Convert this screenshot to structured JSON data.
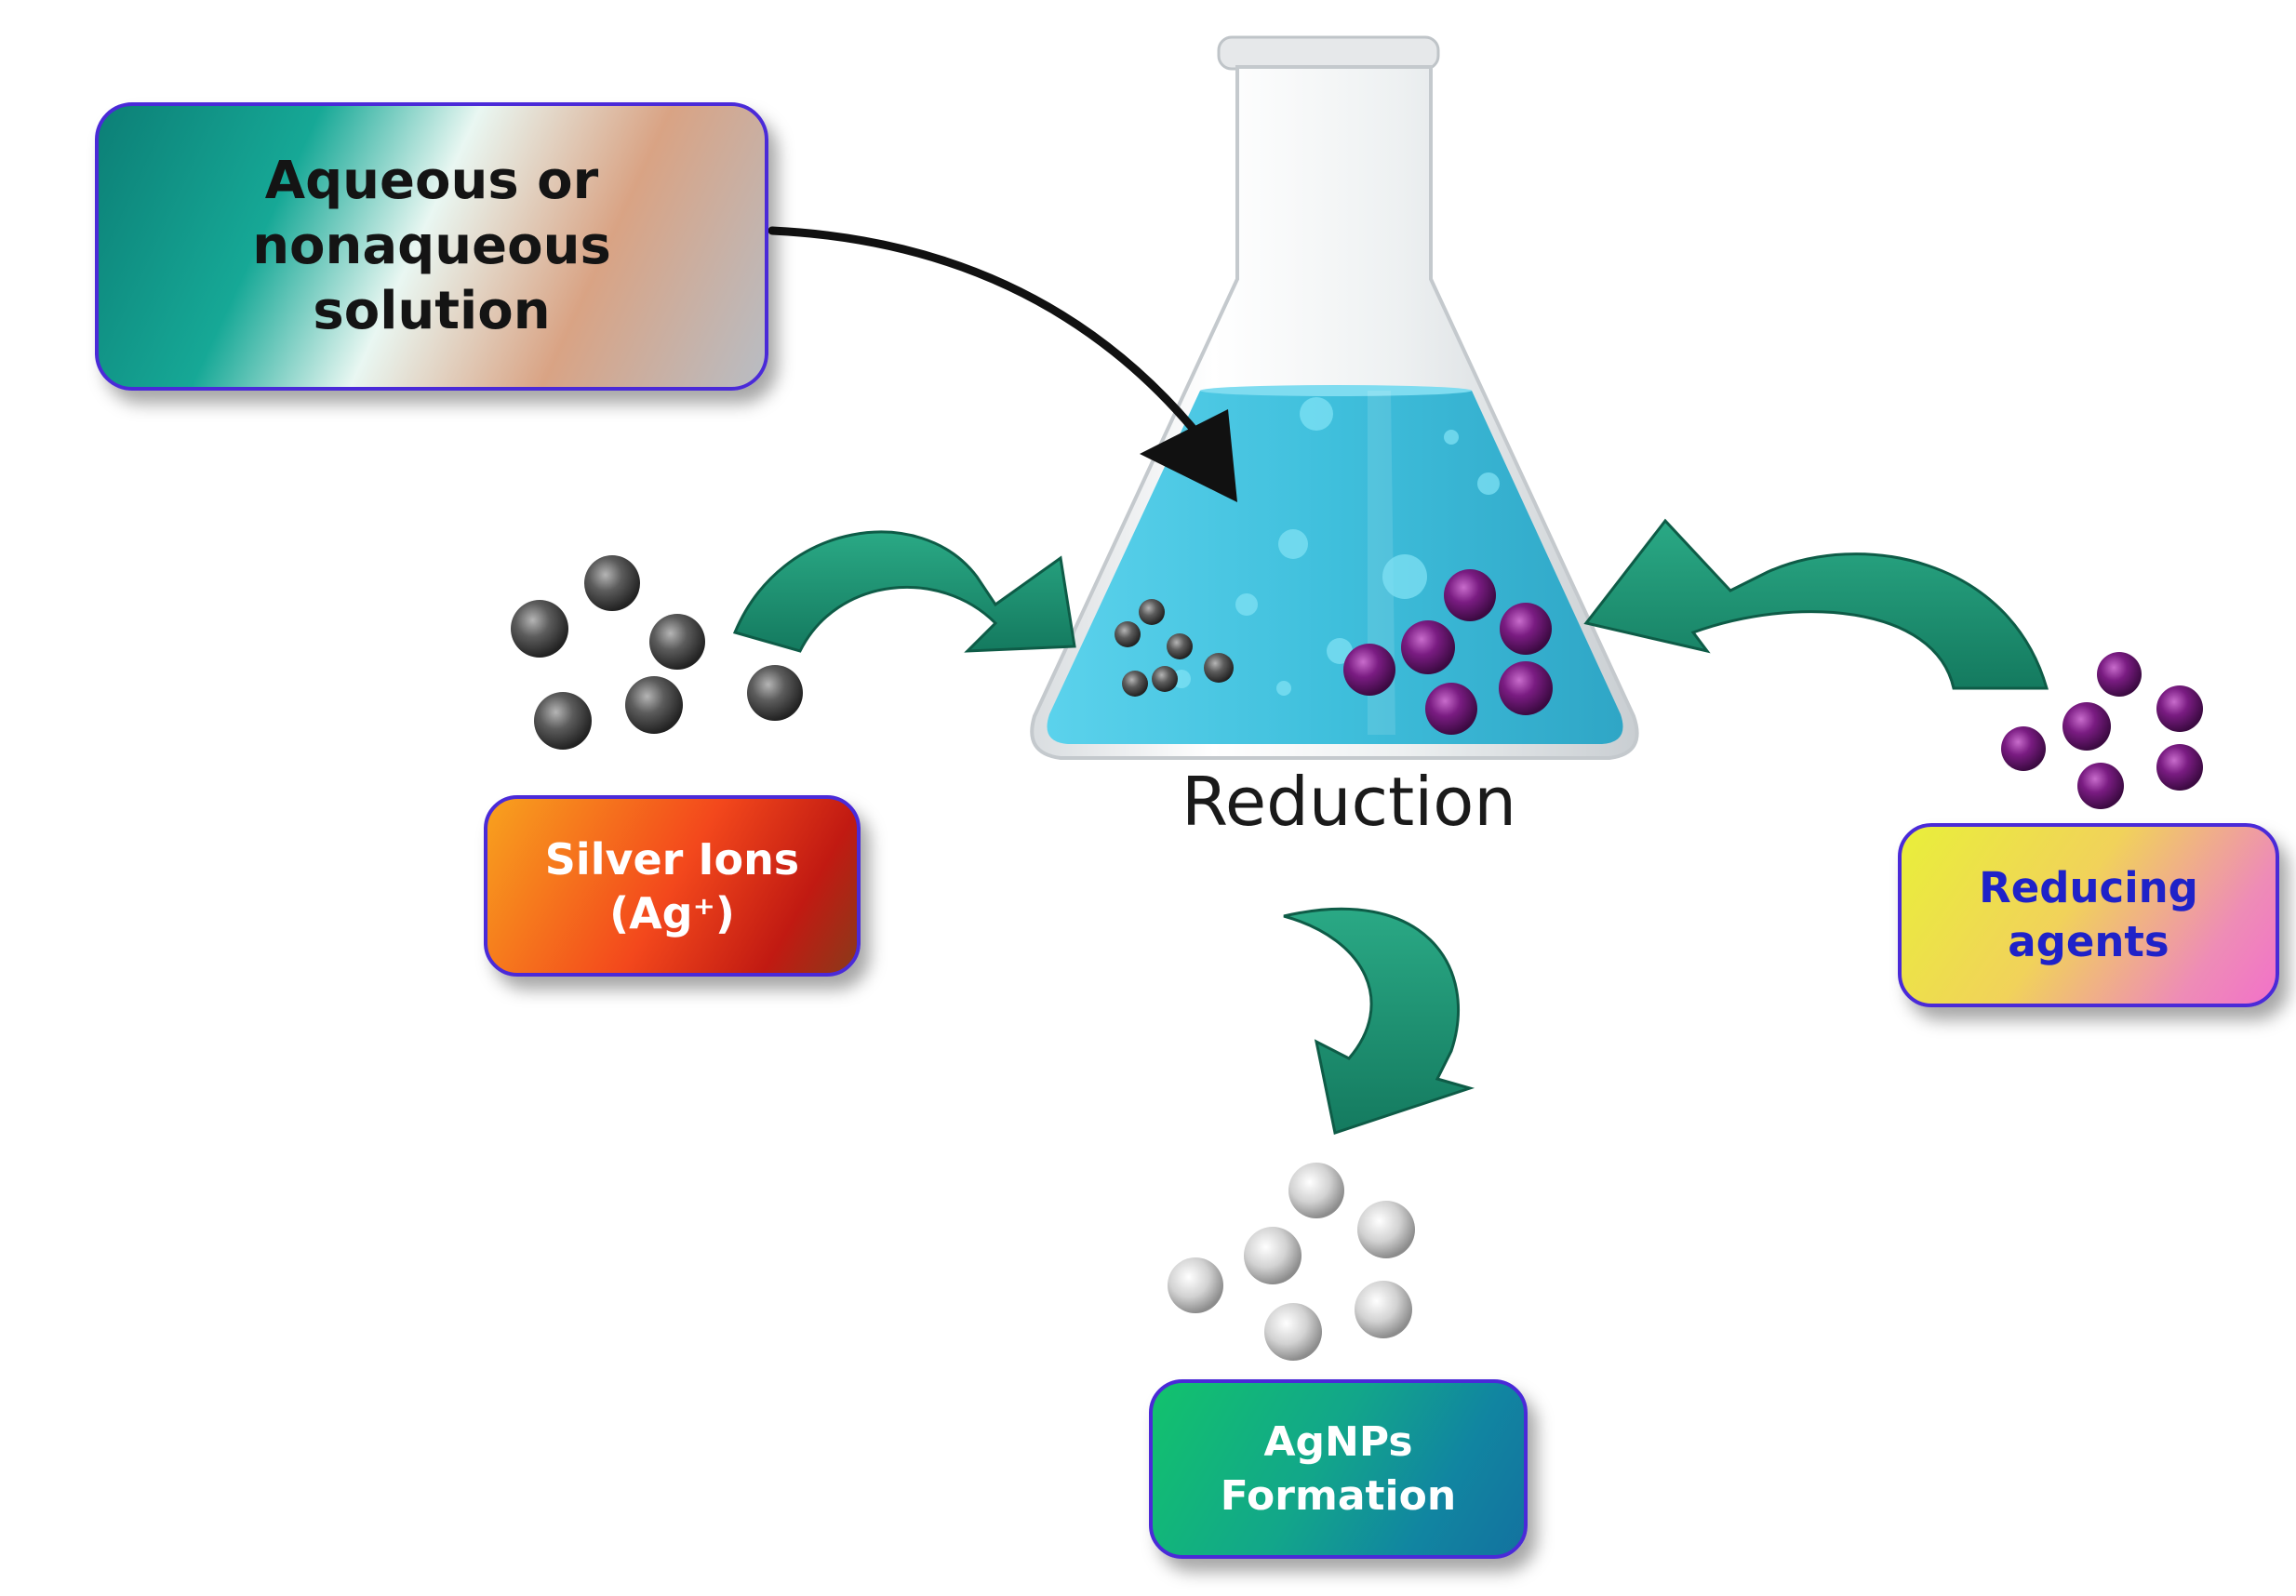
{
  "diagram": {
    "solution_box": {
      "lines": [
        "Aqueous or",
        "nonaqueous",
        "solution"
      ]
    },
    "silver_box": {
      "lines": [
        "Silver Ions",
        "(Ag⁺)"
      ]
    },
    "reducing_box": {
      "lines": [
        "Reducing",
        "agents"
      ]
    },
    "agnps_box": {
      "lines": [
        "AgNPs",
        "Formation"
      ]
    },
    "center_label": "Reduction"
  },
  "colors": {
    "liquid": "#3fbfdc",
    "arrow_green": "#1f9a78",
    "arrow_black": "#111111",
    "silver_ion": "#5a5a5a",
    "reducing_agent": "#6a1870",
    "nanoparticle": "#d4d4d4",
    "box_border": "#4a2ad8"
  },
  "icons": {
    "flask": "erlenmeyer-flask-icon",
    "arrows": "curved-arrow-icon",
    "particles": "sphere-icon"
  }
}
